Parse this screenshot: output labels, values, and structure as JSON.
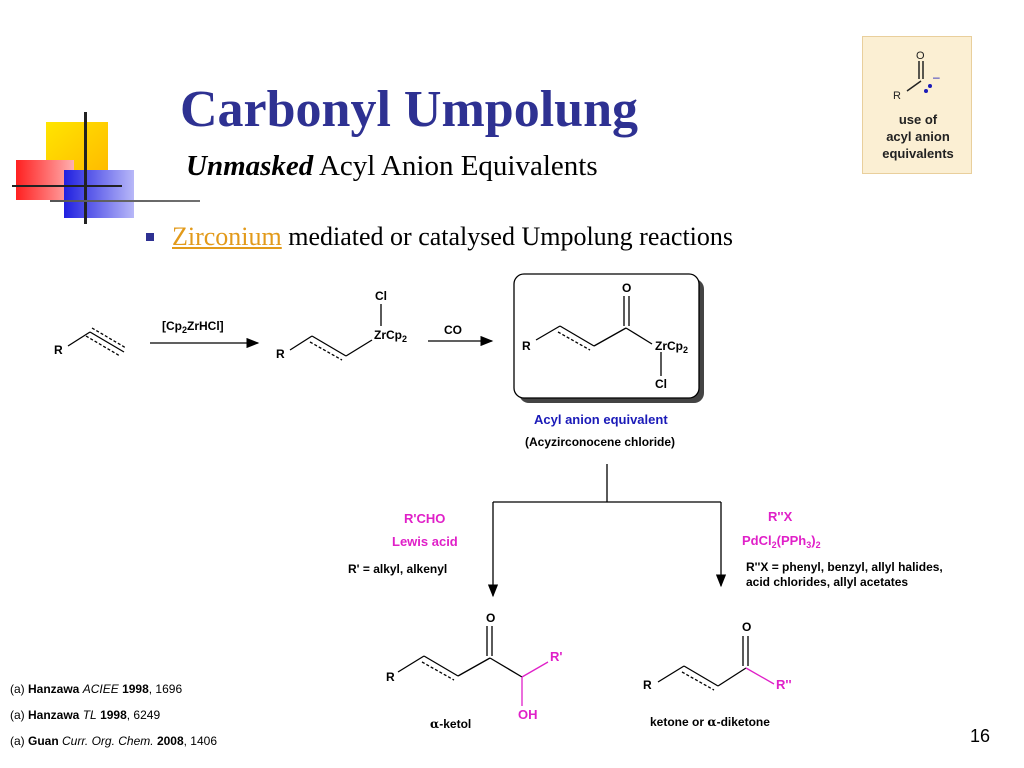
{
  "slide": {
    "title": "Carbonyl Umpolung",
    "subtitle_italic": "Unmasked",
    "subtitle_rest": " Acyl Anion Equivalents",
    "bullet_highlight": "Zirconium",
    "bullet_text": " mediated or catalysed Umpolung reactions",
    "page_number": "16"
  },
  "badge": {
    "line1": "use of",
    "line2": "acyl anion",
    "line3": "equivalents",
    "atom_o": "O",
    "atom_r": "R",
    "charge": "–"
  },
  "scheme": {
    "start_r": "R",
    "reagent1": "[Cp",
    "reagent1_sub": "2",
    "reagent1_end": "ZrHCl]",
    "inter_cl": "Cl",
    "inter_zr": "ZrCp",
    "inter_zr_sub": "2",
    "inter_r": "R",
    "reagent2": "CO",
    "box_o": "O",
    "box_r": "R",
    "box_zr": "ZrCp",
    "box_zr_sub": "2",
    "box_cl": "Cl",
    "acyl_label": "Acyl anion equivalent",
    "acyl_sub_label": "(Acyzirconocene chloride)",
    "left_reagent1": "R'CHO",
    "left_reagent2": "Lewis acid",
    "left_note": "R' = alkyl, alkenyl",
    "right_reagent1": "R''X",
    "right_reagent2_a": "PdCl",
    "right_reagent2_sub1": "2",
    "right_reagent2_b": "(PPh",
    "right_reagent2_sub2": "3",
    "right_reagent2_c": ")",
    "right_reagent2_sub3": "2",
    "right_note1": "R''X = phenyl, benzyl, allyl halides,",
    "right_note2": "acid chlorides, allyl acetates",
    "prod1_o": "O",
    "prod1_r": "R",
    "prod1_rp": "R'",
    "prod1_oh": "OH",
    "prod1_name_alpha": "α",
    "prod1_name": "-ketol",
    "prod2_o": "O",
    "prod2_r": "R",
    "prod2_rpp": "R''",
    "prod2_name_a": "ketone or ",
    "prod2_name_alpha": "α",
    "prod2_name_b": "-diketone"
  },
  "references": [
    {
      "prefix": "(a) ",
      "author": "Hanzawa",
      "journal": "ACIEE",
      "year": "1998",
      "pages": ", 1696"
    },
    {
      "prefix": "(a) ",
      "author": "Hanzawa",
      "journal": "TL",
      "year": "1998",
      "pages": ", 6249"
    },
    {
      "prefix": "(a) ",
      "author": "Guan",
      "journal": "Curr. Org. Chem.",
      "year": "2008",
      "pages": ", 1406"
    }
  ],
  "colors": {
    "title": "#2E3192",
    "highlight": "#E29A1A",
    "acyl_label": "#1a1ab8",
    "reagent_magenta": "#E020C8",
    "badge_bg": "#FBEFD3"
  }
}
